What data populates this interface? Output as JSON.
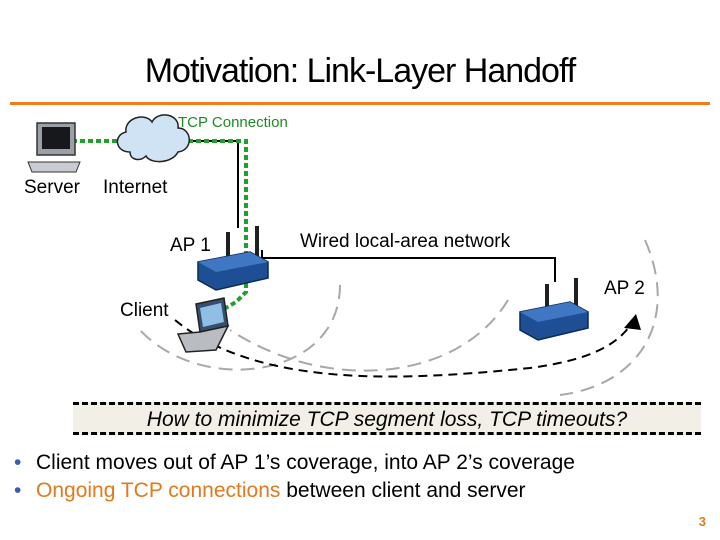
{
  "slide": {
    "title": "Motivation: Link-Layer Handoff",
    "labels": {
      "tcp_connection": "TCP Connection",
      "server": "Server",
      "internet": "Internet",
      "ap1": "AP 1",
      "ap2": "AP 2",
      "wired_lan": "Wired local-area network",
      "client": "Client"
    },
    "question": "How to minimize TCP segment loss, TCP timeouts?",
    "bullets": [
      {
        "marker": "•",
        "plain": "Client moves out of AP 1’s coverage, into AP 2’s coverage",
        "highlight": "",
        "rest": ""
      },
      {
        "marker": "•",
        "plain": "",
        "highlight": "Ongoing TCP connections",
        "rest": " between client and server"
      }
    ],
    "page_number": "3"
  },
  "colors": {
    "accent": "#f07d1a",
    "tcp_path": "#22a02a",
    "bullet_marker": "#3b5bb5",
    "label_green": "#1d8a22"
  }
}
